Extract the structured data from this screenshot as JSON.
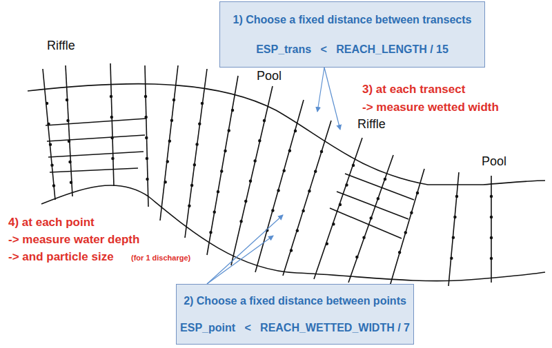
{
  "diagram": {
    "nodes": [
      {
        "text": [
          "1) Choose a fixed distance between transects",
          "ESP_trans   <   REACH_LENGTH / 15"
        ]
      },
      {
        "text": [
          "2) Choose a fixed distance between points",
          "ESP_point   <   REACH_WETTED_WIDTH / 7"
        ]
      }
    ],
    "labels": [
      "Riffle",
      "Pool",
      "3) at each transect",
      "-> measure wetted width",
      "Riffle",
      "Pool",
      "4) at each point",
      "-> measure water depth",
      "-> and particle size",
      "(for 1 discharge)"
    ]
  }
}
